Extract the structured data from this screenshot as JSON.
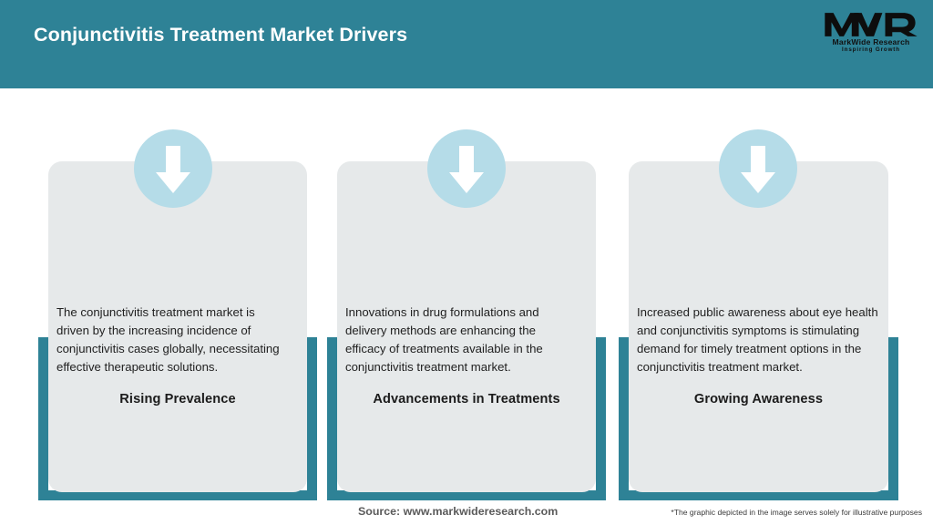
{
  "header": {
    "title": "Conjunctivitis Treatment Market Drivers",
    "bg_color": "#2E8296",
    "title_color": "#FFFFFF",
    "logo": {
      "mark": "MWR",
      "name": "MarkWide Research",
      "tagline": "Inspiring Growth"
    }
  },
  "theme": {
    "accent": "#2E8296",
    "card_bg": "#E6E9EA",
    "icon_circle": "#B5DCE8",
    "arrow": "#FFFFFF",
    "page_bg": "#FFFFFF"
  },
  "cards": [
    {
      "icon": "arrow-down-icon",
      "title": "Rising Prevalence",
      "body": "The conjunctivitis treatment market is driven by the increasing incidence of conjunctivitis cases globally, necessitating effective therapeutic solutions."
    },
    {
      "icon": "arrow-down-icon",
      "title": "Advancements in Treatments",
      "body": "Innovations in drug formulations and delivery methods are enhancing the efficacy of treatments available in the conjunctivitis treatment market."
    },
    {
      "icon": "arrow-down-icon",
      "title": "Growing Awareness",
      "body": "Increased public awareness about eye health and conjunctivitis symptoms is stimulating demand for timely treatment options in the conjunctivitis treatment market."
    }
  ],
  "footer": {
    "source": "Source: www.markwideresearch.com",
    "disclaimer": "*The graphic depicted in the image serves solely for illustrative purposes"
  }
}
